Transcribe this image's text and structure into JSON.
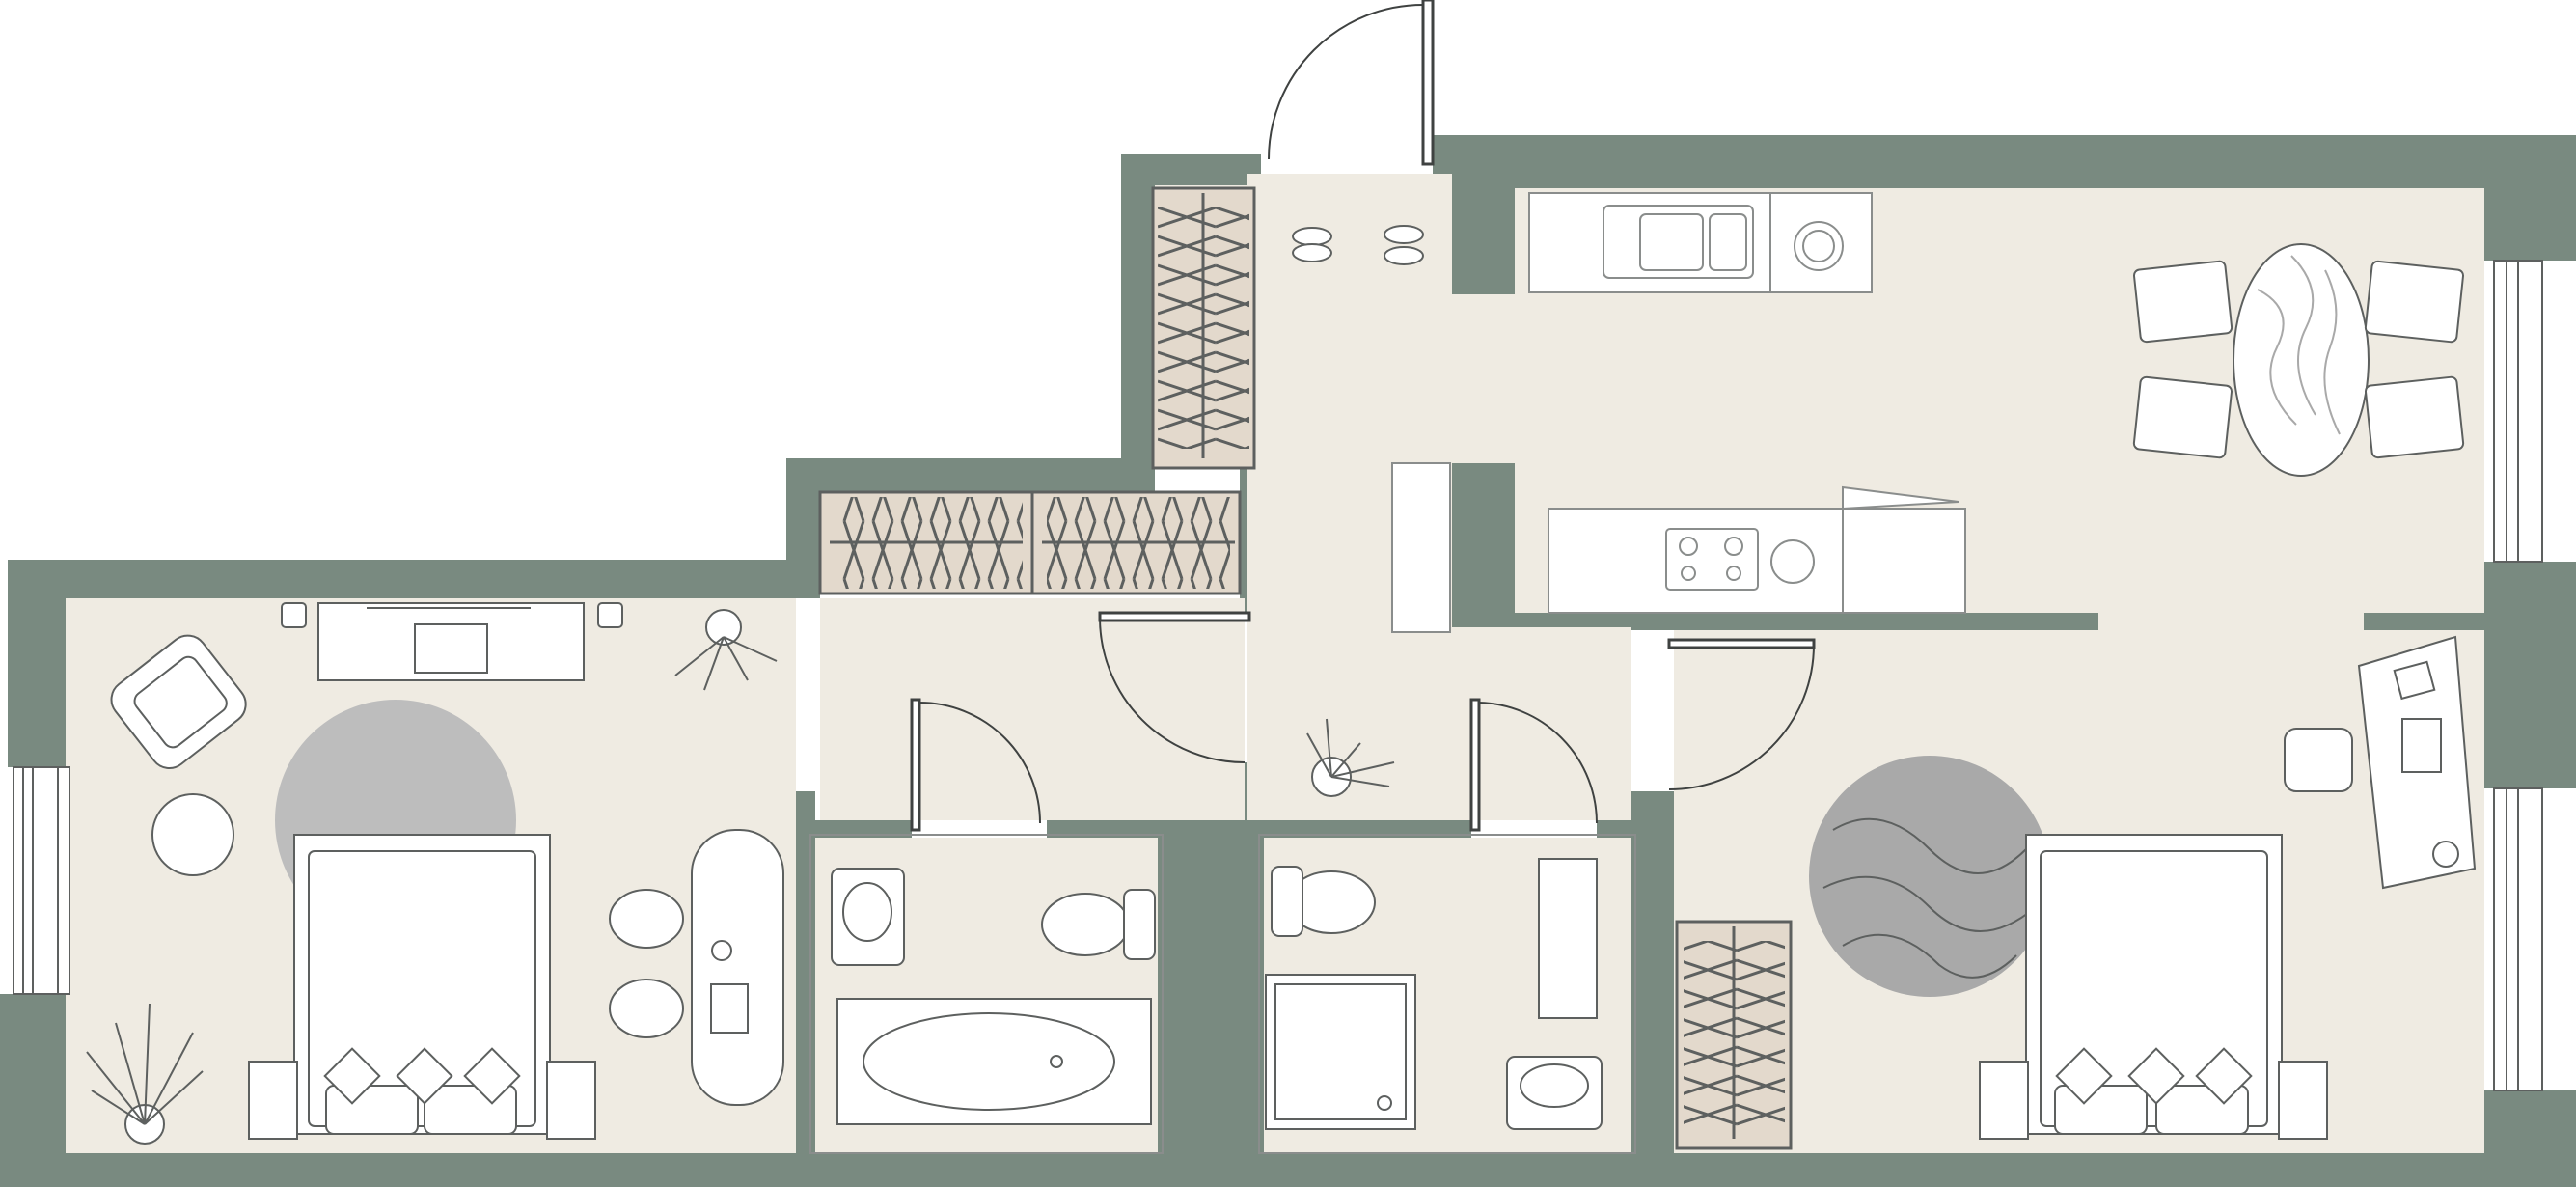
{
  "plan": {
    "colors": {
      "wall": "#798a80",
      "floor": "#efebe2",
      "background": "#ffffff",
      "furniture_fill": "#ffffff",
      "line": "#8a8d8c",
      "dark_line": "#5d605f",
      "wardrobe_fill": "#e3d9cc",
      "rug_gray": "#bdbdbd",
      "rug_pattern_gray": "#a9a9a9"
    },
    "rooms": [
      "hallway",
      "kitchen-living-dining",
      "bedroom-left",
      "bedroom-right",
      "bathroom-left",
      "bathroom-right",
      "wardrobe-corridor"
    ],
    "furniture": [
      "kitchen-sink",
      "cooktop",
      "dining-table",
      "dining-chairs",
      "kitchen-island",
      "double-bed-left",
      "double-bed-right",
      "armchair",
      "tv-console",
      "desk",
      "office-chair",
      "bathtub",
      "shower",
      "toilets",
      "washbasins",
      "wardrobes",
      "rugs",
      "plants"
    ]
  }
}
